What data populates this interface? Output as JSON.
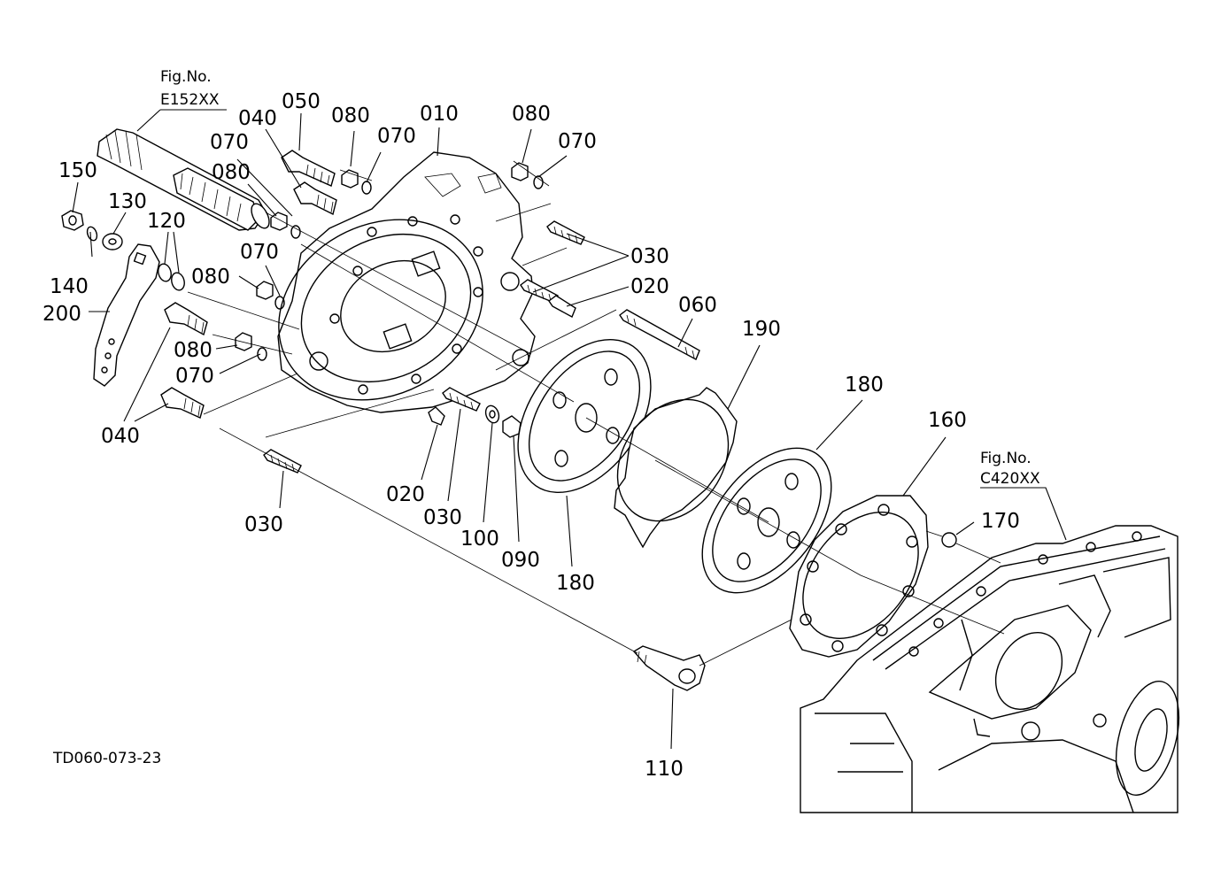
{
  "drawing_code": "TD060-073-23",
  "fig_refs": [
    {
      "caption": "Fig.No.",
      "code": "E152XX"
    },
    {
      "caption": "Fig.No.",
      "code": "C420XX"
    }
  ],
  "callouts": [
    {
      "id": "050",
      "text": "050"
    },
    {
      "id": "040a",
      "text": "040"
    },
    {
      "id": "010",
      "text": "010"
    },
    {
      "id": "080a",
      "text": "080"
    },
    {
      "id": "070a",
      "text": "070"
    },
    {
      "id": "080b",
      "text": "080"
    },
    {
      "id": "070b",
      "text": "070"
    },
    {
      "id": "070c",
      "text": "070"
    },
    {
      "id": "080c",
      "text": "080"
    },
    {
      "id": "150",
      "text": "150"
    },
    {
      "id": "130",
      "text": "130"
    },
    {
      "id": "120",
      "text": "120"
    },
    {
      "id": "030a",
      "text": "030"
    },
    {
      "id": "070d",
      "text": "070"
    },
    {
      "id": "080d",
      "text": "080"
    },
    {
      "id": "020a",
      "text": "020"
    },
    {
      "id": "140",
      "text": "140"
    },
    {
      "id": "060",
      "text": "060"
    },
    {
      "id": "200",
      "text": "200"
    },
    {
      "id": "190",
      "text": "190"
    },
    {
      "id": "080e",
      "text": "080"
    },
    {
      "id": "070e",
      "text": "070"
    },
    {
      "id": "180a",
      "text": "180"
    },
    {
      "id": "160",
      "text": "160"
    },
    {
      "id": "040b",
      "text": "040"
    },
    {
      "id": "020b",
      "text": "020"
    },
    {
      "id": "030b",
      "text": "030"
    },
    {
      "id": "170",
      "text": "170"
    },
    {
      "id": "100",
      "text": "100"
    },
    {
      "id": "030c",
      "text": "030"
    },
    {
      "id": "090",
      "text": "090"
    },
    {
      "id": "180b",
      "text": "180"
    },
    {
      "id": "110",
      "text": "110"
    }
  ]
}
